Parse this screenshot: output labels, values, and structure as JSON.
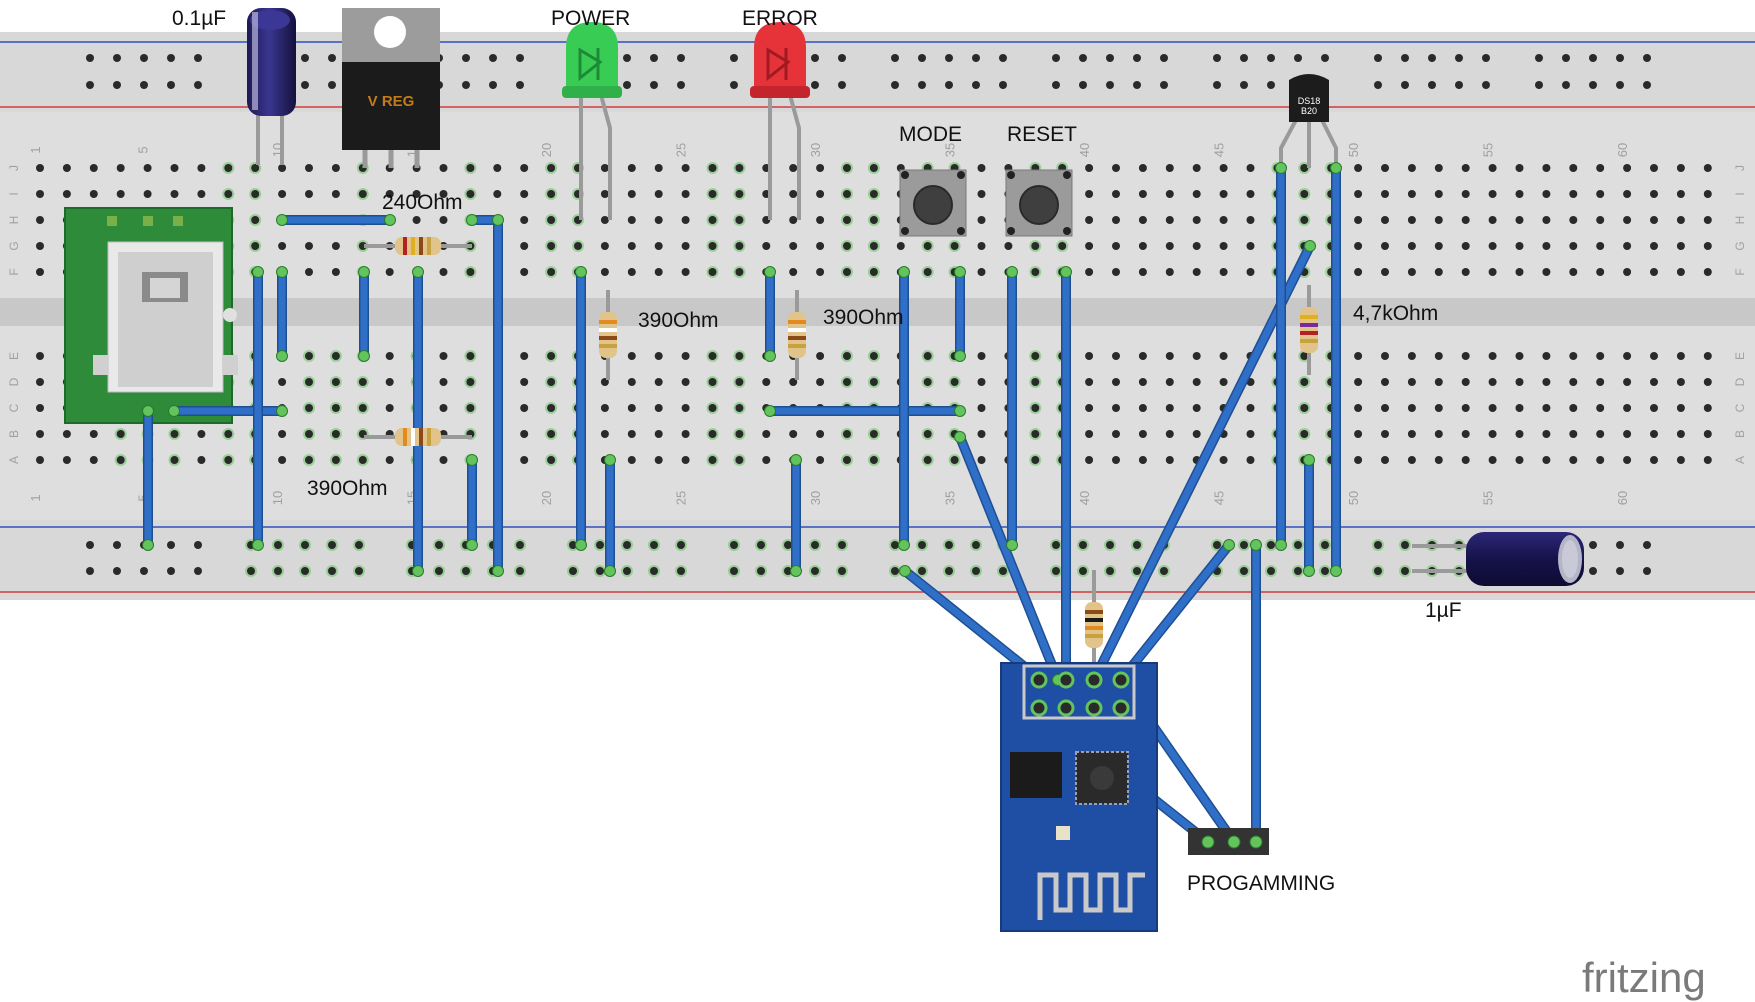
{
  "labels": {
    "cap_small": "0.1µF",
    "power": "POWER",
    "error": "ERROR",
    "mode": "MODE",
    "reset": "RESET",
    "r_240": "240Ohm",
    "r_390_power": "390Ohm",
    "r_390_error": "390Ohm",
    "r_390_lower": "390Ohm",
    "r_4k7": "4,7kOhm",
    "cap_big": "1µF",
    "programming": "PROGAMMING",
    "vreg": "V REG",
    "sensor_line1": "DS18",
    "sensor_line2": "B20",
    "logo": "fritzing"
  },
  "breadboard": {
    "column_numbers": [
      "1",
      "5",
      "10",
      "15",
      "20",
      "25",
      "30",
      "35",
      "40",
      "45",
      "50",
      "55",
      "60"
    ],
    "row_letters_top": [
      "J",
      "I",
      "H",
      "G",
      "F"
    ],
    "row_letters_bottom": [
      "E",
      "D",
      "C",
      "B",
      "A"
    ]
  },
  "colors": {
    "wire": "#2f6fc7",
    "wire_dark": "#1f4f93",
    "board": "#dcdcdc",
    "rail_red": "#d43a3a",
    "rail_blue": "#3050c0",
    "hole_active": "#63c45d",
    "led_green": "#39cc55",
    "led_red": "#e6333a",
    "esp_blue": "#1f4fa4",
    "usb_green": "#2e8b3a"
  }
}
